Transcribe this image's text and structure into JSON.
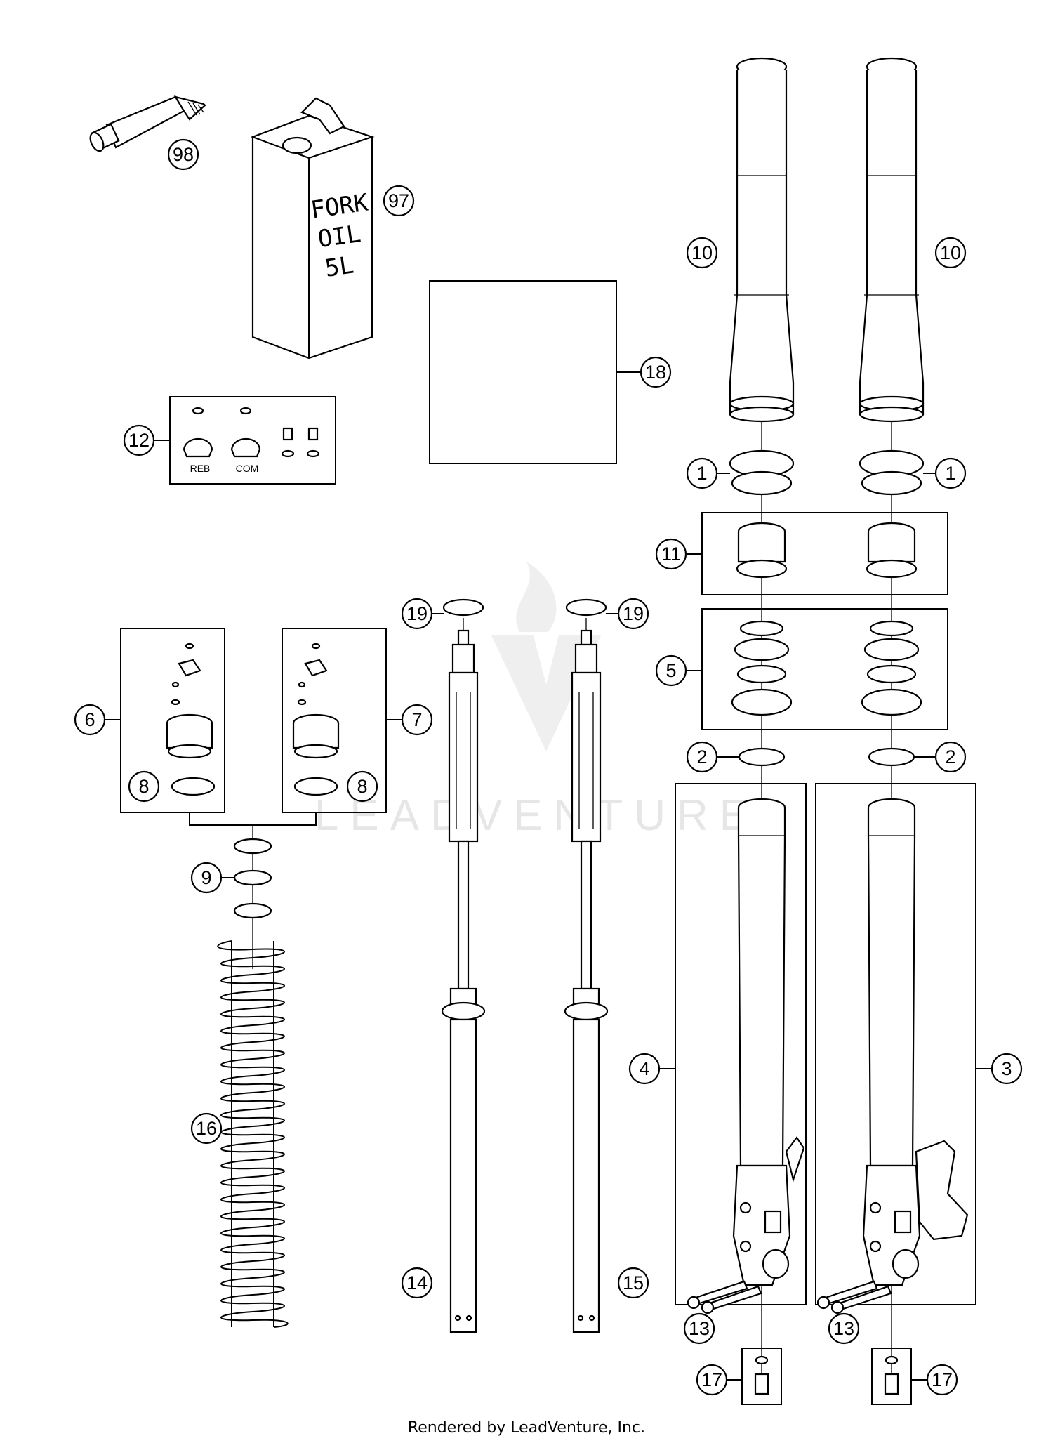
{
  "diagram": {
    "callouts": {
      "c1a": "1",
      "c1b": "1",
      "c2a": "2",
      "c2b": "2",
      "c3": "3",
      "c4": "4",
      "c5": "5",
      "c6": "6",
      "c7": "7",
      "c8a": "8",
      "c8b": "8",
      "c9": "9",
      "c10a": "10",
      "c10b": "10",
      "c11": "11",
      "c12": "12",
      "c13a": "13",
      "c13b": "13",
      "c14": "14",
      "c15": "15",
      "c16": "16",
      "c17a": "17",
      "c17b": "17",
      "c18": "18",
      "c19a": "19",
      "c19b": "19",
      "c97": "97",
      "c98": "98"
    },
    "can_label": {
      "line1": "FORK",
      "line2": "OIL",
      "line3": "5L"
    },
    "kit_labels": {
      "reb": "REB",
      "com": "COM"
    },
    "watermark": "LEADVENTURE",
    "footer": "Rendered by LeadVenture, Inc."
  }
}
